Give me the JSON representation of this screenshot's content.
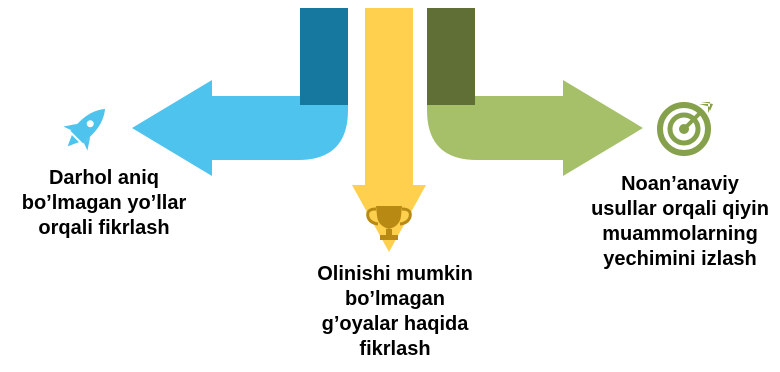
{
  "colors": {
    "blue_dark": "#16789E",
    "blue_light": "#4EC3EE",
    "yellow": "#FFD04E",
    "yellow_icon": "#B88A14",
    "green_dark": "#5F6F35",
    "green_light": "#A6C06A",
    "green_icon": "#86A14B"
  },
  "icons": {
    "left": "rocket-icon",
    "center": "trophy-icon",
    "right": "target-icon"
  },
  "labels": {
    "left": [
      "Darhol aniq",
      "bo’lmagan yo’llar",
      "orqali fikrlash"
    ],
    "center": [
      "Olinishi mumkin",
      "bo’lmagan",
      "g’oyalar haqida",
      "fikrlash"
    ],
    "right": [
      "Noan’anaviy",
      "usullar orqali qiyin",
      "muammolarning",
      "yechimini izlash"
    ]
  }
}
